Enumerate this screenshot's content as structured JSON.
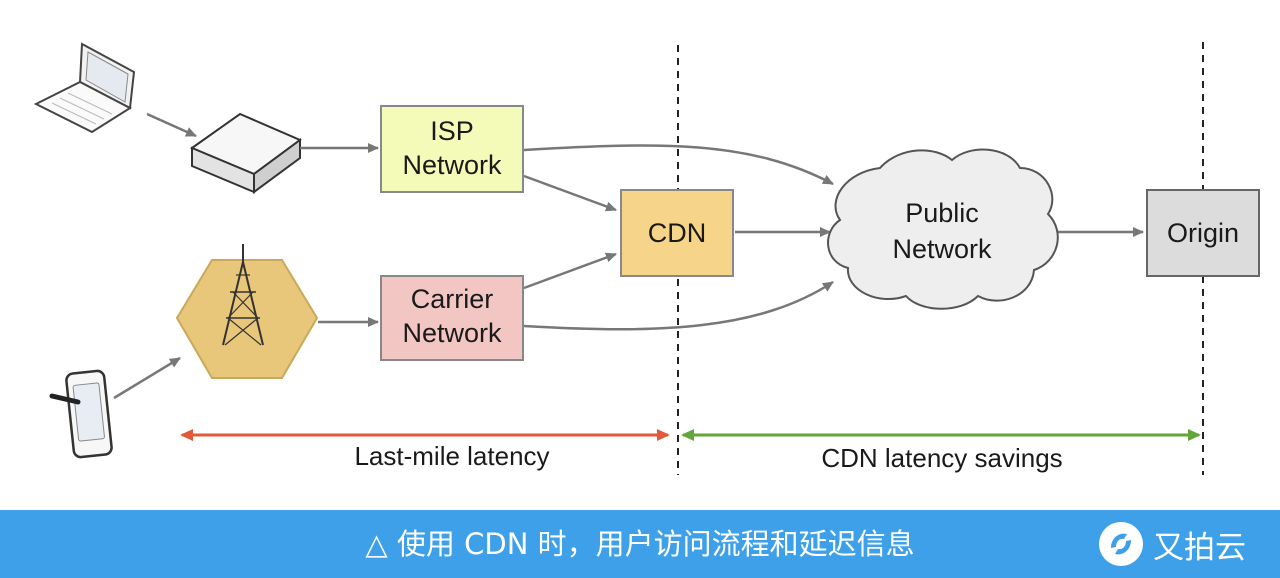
{
  "nodes": {
    "isp": {
      "line1": "ISP",
      "line2": "Network"
    },
    "carrier": {
      "line1": "Carrier",
      "line2": "Network"
    },
    "cdn": {
      "label": "CDN"
    },
    "public": {
      "line1": "Public",
      "line2": "Network"
    },
    "origin": {
      "label": "Origin"
    }
  },
  "spans": {
    "last_mile": "Last-mile latency",
    "savings": "CDN latency savings"
  },
  "caption": {
    "text": "△ 使用 CDN 时，用户访问流程和延迟信息",
    "brand": "又拍云"
  },
  "colors": {
    "isp_fill": "#f4fbb8",
    "carrier_fill": "#f2c6c2",
    "cdn_fill": "#f6d48a",
    "origin_fill": "#dcdcdc",
    "tower_fill": "#e8c77a",
    "last_mile_arrow": "#e05a3a",
    "savings_arrow": "#62a63a",
    "caption_bar": "#3ea0e8"
  },
  "icons": [
    "laptop-icon",
    "router-icon",
    "cell-tower-icon",
    "phone-icon",
    "upyun-logo-icon"
  ]
}
